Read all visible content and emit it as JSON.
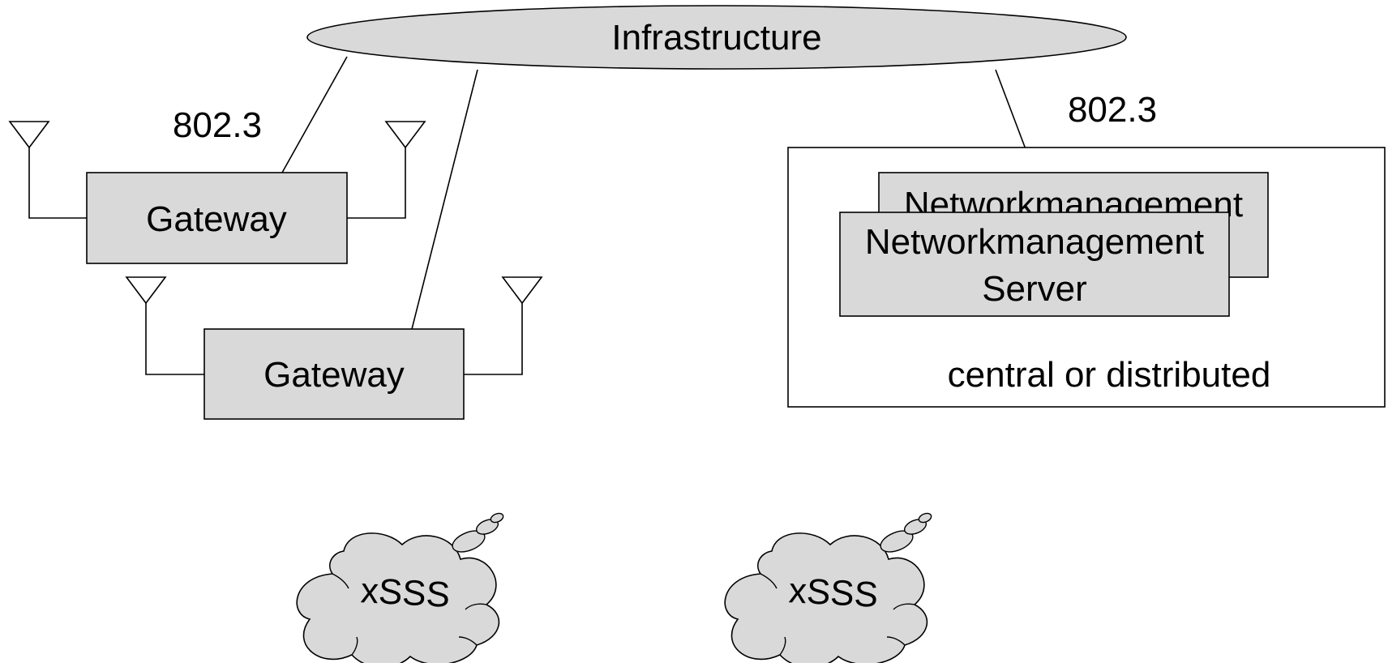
{
  "colors": {
    "box_fill": "#d9d9d9",
    "stroke": "#000000",
    "background": "#ffffff"
  },
  "infrastructure": {
    "label": "Infrastructure"
  },
  "links": {
    "left_label": "802.3",
    "right_label": "802.3"
  },
  "gateways": [
    {
      "label": "Gateway"
    },
    {
      "label": "Gateway"
    }
  ],
  "management": {
    "back_label": "Networkmanagement",
    "front_line1": "Networkmanagement",
    "front_line2": "Server",
    "caption": "central or distributed"
  },
  "clouds": [
    {
      "label": "xSSS"
    },
    {
      "label": "xSSS"
    }
  ]
}
